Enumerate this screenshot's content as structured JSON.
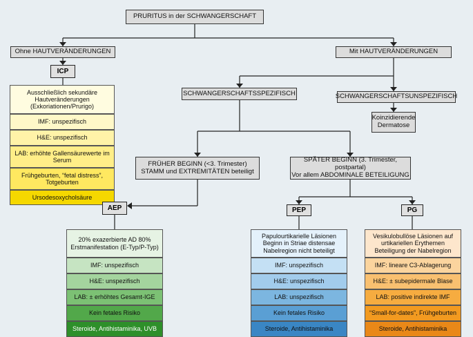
{
  "root": "PRURITUS in der SCHWANGERSCHAFT",
  "left_branch": "Ohne HAUTVERÄNDERUNGEN",
  "right_branch": "Mit HAUTVERÄNDERUNGEN",
  "icp": {
    "tag": "ICP",
    "cells": [
      "Ausschließlich sekundäre Hautveränderungen (Exkoriationen/Prurigo)",
      "IMF: unspezifisch",
      "H&E: unspezifisch",
      "LAB: erhöhte Gallensäurewerte im Serum",
      "Frühgeburten, “fetal distress”, Totgeburten",
      "Ursodesoxycholsäure"
    ]
  },
  "specific": "SCHWANGERSCHAFTSSPEZIFISCH",
  "unspecific": "SCHWANGERSCHAFTSUNSPEZIFISCH",
  "coincident": "Koinzidierende Dermatose",
  "early": {
    "line1": "FRÜHER BEGINN (<3. Trimester)",
    "line2": "STAMM und EXTREMITÄTEN beteiligt"
  },
  "late": {
    "line1": "SPÄTER BEGINN (3. Trimester, postpartal)",
    "line2": "Vor allem ABDOMINALE BETEILIGUNG"
  },
  "aep": {
    "tag": "AEP",
    "cells": [
      "20% exazerbierte AD 80% Erstmanifestation (E-Typ/P-Typ)",
      "IMF: unspezifisch",
      "H&E: unspezifisch",
      "LAB: ± erhöhtes Gesamt-IGE",
      "Kein fetales Risiko",
      "Steroide, Antihistaminika, UVB"
    ]
  },
  "pep": {
    "tag": "PEP",
    "cells": [
      "Papulourtikarielle Läsionen Beginn in Striae distensae Nabelregion nicht beteiligt",
      "IMF: unspezifisch",
      "H&E: unspezifisch",
      "LAB: unspezifisch",
      "Kein fetales Risiko",
      "Steroide, Antihistaminika"
    ]
  },
  "pg": {
    "tag": "PG",
    "cells": [
      "Vesikulobullöse Läsionen auf urtikariellen Erythemen Beteiligung der Nabelregion",
      "IMF: lineare C3-Ablagerung",
      "H&E: ± subepidermale Blase",
      "LAB: positive indirekte IMF",
      "“Small-for-dates”, Frühgeburten",
      "Steroide, Antihistaminika"
    ]
  },
  "colors": {
    "icp": [
      "#fffce0",
      "#fff8c8",
      "#fff3a8",
      "#ffee88",
      "#ffe860",
      "#f5d800"
    ],
    "aep": [
      "#e6f3e4",
      "#c6e4c2",
      "#a4d49e",
      "#7cc174",
      "#52a84a",
      "#2e8f2a"
    ],
    "pep": [
      "#e4f1fb",
      "#c4e0f4",
      "#a2ccec",
      "#7cb6e0",
      "#5a9fd4",
      "#3a86c4"
    ],
    "pg": [
      "#fde6cc",
      "#fbd49e",
      "#f9c070",
      "#f6ac40",
      "#f29a20",
      "#e98818"
    ]
  }
}
